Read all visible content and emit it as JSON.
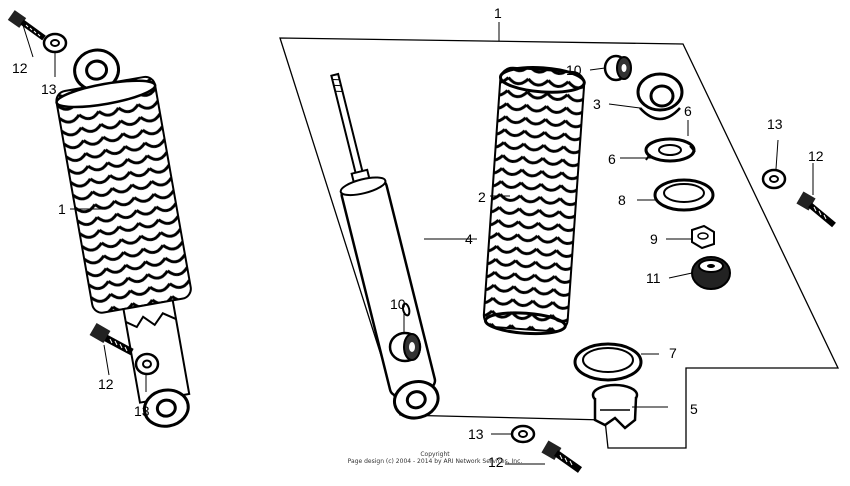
{
  "callouts": {
    "assembly_top": "1",
    "left_shock": "1",
    "bolt_top_left": "12",
    "washer_top_left": "13",
    "bolt_mid_left": "12",
    "washer_mid_left": "13",
    "spring": "2",
    "spring_seat_upper": "3",
    "damper": "4",
    "spring_seat_lower": "5",
    "collar_a": "6",
    "collar_b": "6",
    "seat_ring": "7",
    "retainer_ring": "8",
    "nut": "9",
    "bushing_top": "10",
    "bushing_damper": "10",
    "rubber_mount": "11",
    "washer_right": "13",
    "bolt_right": "12",
    "washer_bottom": "13",
    "bolt_bottom": "12"
  },
  "copyright": {
    "line1": "Copyright",
    "line2": "Page design (c) 2004 - 2014 by ARI Network Services, Inc."
  }
}
